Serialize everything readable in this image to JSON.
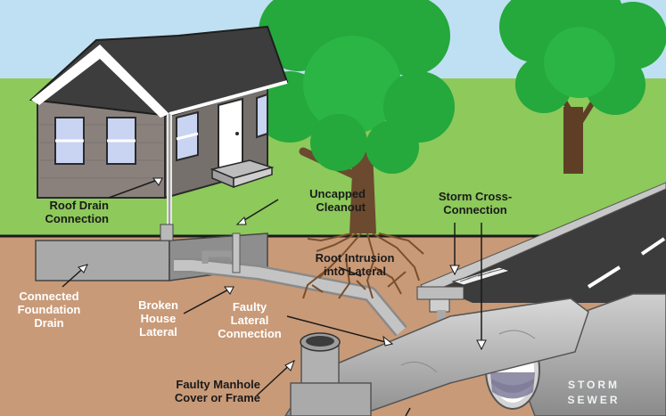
{
  "labels": {
    "roof_drain": "Roof Drain\nConnection",
    "uncapped_cleanout": "Uncapped\nCleanout",
    "storm_cross": "Storm Cross-\nConnection",
    "root_intrusion": "Root Intrusion\ninto Lateral",
    "foundation_drain": "Connected\nFoundation\nDrain",
    "broken_lateral": "Broken\nHouse\nLateral",
    "faulty_lateral": "Faulty\nLateral\nConnection",
    "manhole": "Faulty Manhole\nCover or Frame",
    "storm_sewer": "STORM\nSEWER"
  },
  "colors": {
    "sky": "#bfe0f2",
    "grass": "#8dc95b",
    "soil": "#c99a78",
    "house_siding": "#8a817d",
    "roof": "#3d3d3d",
    "tree_leaves": "#25a83c",
    "trunk": "#5e3f26",
    "pipe": "#bcbcbc",
    "road": "#3c3c3c"
  }
}
